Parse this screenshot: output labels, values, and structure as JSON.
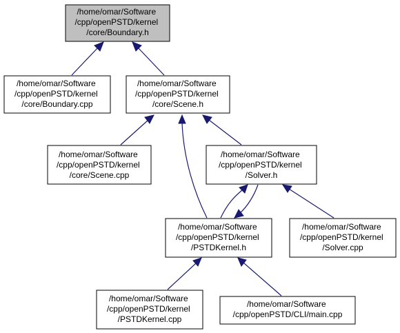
{
  "graph": {
    "nodes": {
      "boundary_h": {
        "lines": [
          "/home/omar/Software",
          "/cpp/openPSTD/kernel",
          "/core/Boundary.h"
        ],
        "highlight": true
      },
      "boundary_cpp": {
        "lines": [
          "/home/omar/Software",
          "/cpp/openPSTD/kernel",
          "/core/Boundary.cpp"
        ]
      },
      "scene_h": {
        "lines": [
          "/home/omar/Software",
          "/cpp/openPSTD/kernel",
          "/core/Scene.h"
        ]
      },
      "scene_cpp": {
        "lines": [
          "/home/omar/Software",
          "/cpp/openPSTD/kernel",
          "/core/Scene.cpp"
        ]
      },
      "solver_h": {
        "lines": [
          "/home/omar/Software",
          "/cpp/openPSTD/kernel",
          "/Solver.h"
        ]
      },
      "pstdkernel_h": {
        "lines": [
          "/home/omar/Software",
          "/cpp/openPSTD/kernel",
          "/PSTDKernel.h"
        ]
      },
      "solver_cpp": {
        "lines": [
          "/home/omar/Software",
          "/cpp/openPSTD/kernel",
          "/Solver.cpp"
        ]
      },
      "pstdkernel_cpp": {
        "lines": [
          "/home/omar/Software",
          "/cpp/openPSTD/kernel",
          "/PSTDKernel.cpp"
        ]
      },
      "main_cpp": {
        "lines": [
          "/home/omar/Software",
          "/cpp/openPSTD/CLI/main.cpp"
        ]
      }
    },
    "edges": [
      {
        "from": "boundary_cpp",
        "to": "boundary_h"
      },
      {
        "from": "scene_h",
        "to": "boundary_h"
      },
      {
        "from": "scene_cpp",
        "to": "scene_h"
      },
      {
        "from": "solver_h",
        "to": "scene_h"
      },
      {
        "from": "pstdkernel_h",
        "to": "scene_h"
      },
      {
        "from": "pstdkernel_h",
        "to": "solver_h"
      },
      {
        "from": "solver_h",
        "to": "pstdkernel_h"
      },
      {
        "from": "solver_cpp",
        "to": "solver_h"
      },
      {
        "from": "pstdkernel_cpp",
        "to": "pstdkernel_h"
      },
      {
        "from": "main_cpp",
        "to": "pstdkernel_h"
      }
    ],
    "colors": {
      "edge": "#191970",
      "root_fill": "#bfbfbf",
      "node_fill": "#ffffff",
      "border": "#000000"
    }
  }
}
